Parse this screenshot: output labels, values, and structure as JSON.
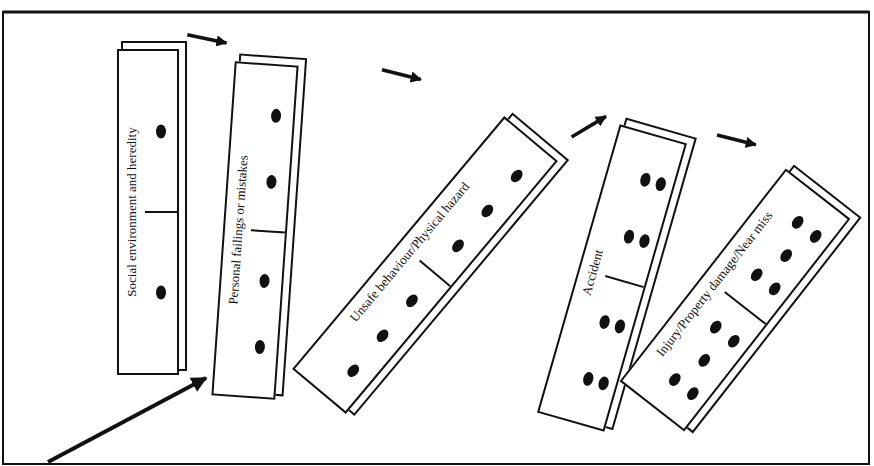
{
  "diagram": {
    "nodes": [
      {
        "text": [
          "Social environment and heredity"
        ]
      },
      {
        "text": [
          "Personal failings or mistakes"
        ]
      },
      {
        "text": [
          "Unsafe behaviour/Physical hazard"
        ]
      },
      {
        "text": [
          "Accident"
        ]
      },
      {
        "text": [
          "Injury/Property damage/Near miss"
        ]
      }
    ],
    "edges": [
      {
        "from": 0,
        "to": 1,
        "arrow": "to"
      },
      {
        "from": 1,
        "to": 2,
        "arrow": "to"
      },
      {
        "from": 2,
        "to": 3,
        "arrow": "to"
      },
      {
        "from": 3,
        "to": 4,
        "arrow": "to"
      }
    ]
  }
}
